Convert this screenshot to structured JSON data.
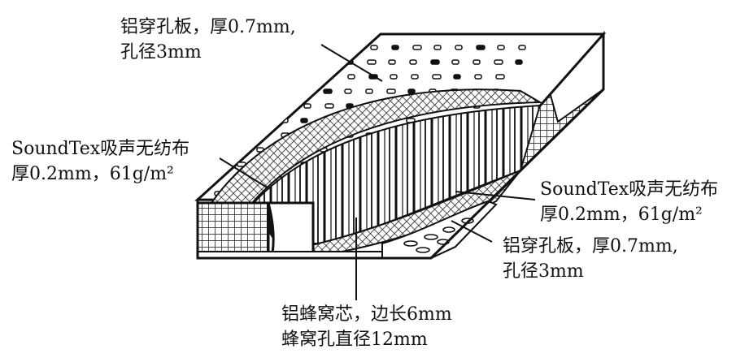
{
  "labels": {
    "top_perforated_plate": {
      "line1": "铝穿孔板，厚0.7mm,",
      "line2": "孔径3mm"
    },
    "upper_nonwoven": {
      "line1": "SoundTex吸声无纺布",
      "line2": "厚0.2mm，61g/m²"
    },
    "lower_nonwoven": {
      "line1": "SoundTex吸声无纺布",
      "line2": "厚0.2mm，61g/m²"
    },
    "bottom_perforated_plate": {
      "line1": "铝穿孔板，厚0.7mm,",
      "line2": "孔径3mm"
    },
    "honeycomb_core": {
      "line1": "铝蜂窝芯，边长6mm",
      "line2": "蜂窝孔直径12mm"
    }
  },
  "colors": {
    "ink": "#111111",
    "paper": "#ffffff"
  }
}
